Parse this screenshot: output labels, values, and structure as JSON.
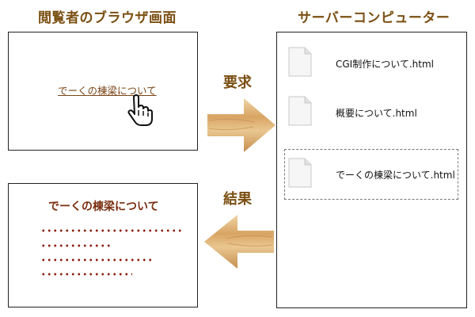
{
  "headings": {
    "browser": "閲覧者のブラウザ画面",
    "server": "サーバーコンピューター"
  },
  "browser_top": {
    "link_text": "でーくの棟梁について"
  },
  "arrows": {
    "request_label": "要求",
    "result_label": "結果"
  },
  "server": {
    "files": [
      {
        "name": "CGI制作について.html",
        "icon": "document-icon"
      },
      {
        "name": "概要について.html",
        "icon": "document-icon"
      },
      {
        "name": "でーくの棟梁について.html",
        "icon": "document-icon",
        "highlighted": true
      }
    ]
  },
  "browser_bottom": {
    "page_title": "でーくの棟梁について"
  },
  "colors": {
    "heading": "#7a4f12",
    "link": "#7a4314",
    "page_title": "#7a2e10",
    "dots": "#8c1f0e",
    "wood_light": "#e9c790",
    "wood_dark": "#c58d4f"
  }
}
